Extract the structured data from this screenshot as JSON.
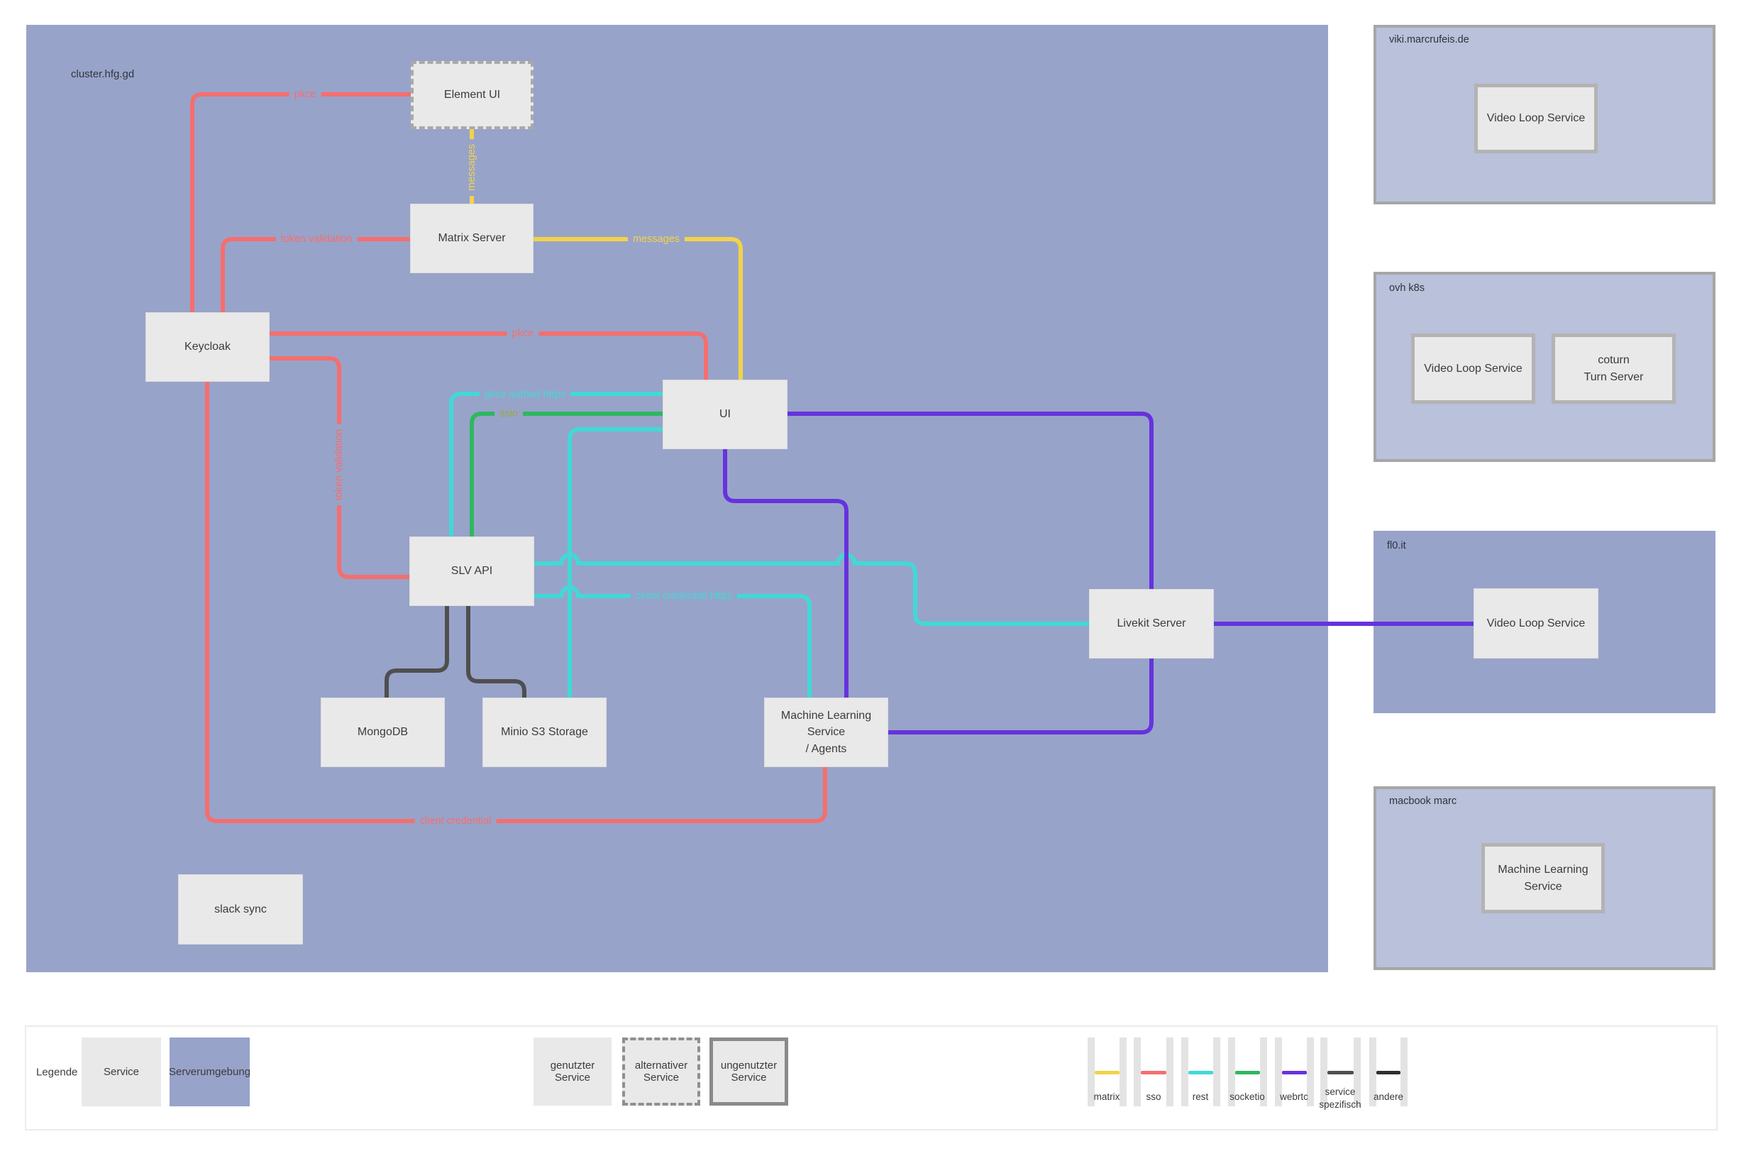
{
  "cluster": {
    "label": "cluster.hfg.gd"
  },
  "nodes": {
    "element_ui": "Element UI",
    "matrix_server": "Matrix Server",
    "keycloak": "Keycloak",
    "ui": "UI",
    "slv_api": "SLV API",
    "mongodb": "MongoDB",
    "minio": "Minio S3 Storage",
    "ml_agents": {
      "line1": "Machine Learning Service",
      "line2": "/ Agents"
    },
    "livekit": "Livekit Server",
    "slack_sync": "slack sync"
  },
  "panels": {
    "viki": {
      "label": "viki.marcrufeis.de",
      "service": "Video Loop Service"
    },
    "ovh": {
      "label": "ovh k8s",
      "service1": "Video Loop Service",
      "service2": {
        "line1": "coturn",
        "line2": "Turn Server"
      }
    },
    "fl0": {
      "label": "fl0.it",
      "service": "Video Loop Service"
    },
    "macbook": {
      "label": "macbook marc",
      "service": "Machine Learning Service"
    }
  },
  "edges": {
    "pkce_element": "pkce",
    "token_validation_matrix": "token validation",
    "messages_vertical": "messages",
    "messages_ui": "messages",
    "pkce_ui": "pkce",
    "token_validation_slv": "token validation",
    "pkce_authed": "pkce authed https",
    "ssio": "ssio",
    "client_credential_https": "client credential https",
    "client_credential": "client credential"
  },
  "legend": {
    "title": "Legende",
    "boxes": {
      "service": "Service",
      "serverumgebung": "Serverumgebung",
      "genutzter": "genutzter Service",
      "alternativer": "alternativer Service",
      "ungenutzter": "ungenutzter Service"
    },
    "lines": [
      {
        "label": "matrix",
        "color": "#f2d349"
      },
      {
        "label": "sso",
        "color": "#f56e6e"
      },
      {
        "label": "rest",
        "color": "#41d9d6"
      },
      {
        "label": "socketio",
        "color": "#2eb85f"
      },
      {
        "label": "webrtc",
        "color": "#6633dd"
      },
      {
        "label": "service spezifisch",
        "color": "#4f4f4f"
      },
      {
        "label": "andere",
        "color": "#2f2f2f"
      }
    ]
  },
  "colors": {
    "cluster_bg": "#98a3ca",
    "panel_bg": "#b9c1db",
    "box_bg": "#e9e9e9",
    "matrix": "#f2d349",
    "sso": "#f56e6e",
    "rest": "#41d9d6",
    "socketio": "#2eb85f",
    "webrtc": "#6633dd",
    "service_spezifisch": "#4f4f4f",
    "andere": "#2f2f2f",
    "ssio_label": "#9aa837"
  }
}
